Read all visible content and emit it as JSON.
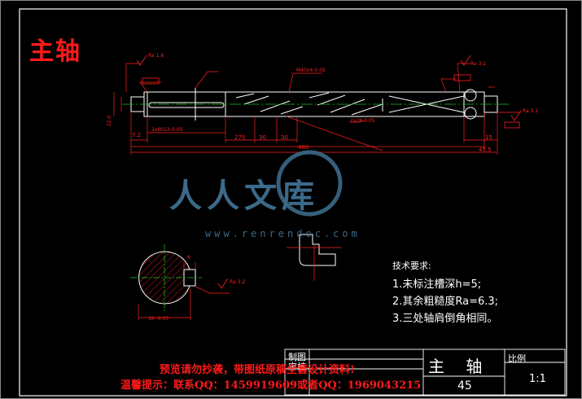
{
  "drawing_title": "主轴",
  "watermark": {
    "logo_text": "人人文库",
    "url_text": "www.renrendoc.com"
  },
  "technical_requirements": {
    "title": "技术要求:",
    "items": [
      "1.未标注槽深h=5;",
      "2.其余粗糙度Ra=6.3;",
      "3.三处轴肩倒角相同。"
    ]
  },
  "notice": {
    "line1": "预览请勿抄袭，带图纸原稿全套设计资料!",
    "line2": "温馨提示：联系QQ：1459919609或者QQ：1969043215"
  },
  "title_block": {
    "drawn_label": "制图",
    "checked_label": "审核",
    "part_name": "主 轴",
    "scale_label": "比例",
    "scale_value": "1:1",
    "part_number": "45"
  },
  "dimensions": {
    "overall_length": "480",
    "section_275": "275",
    "section_30_left": "30",
    "section_30_right": "30",
    "section_45_5": "45.5",
    "section_15": "15",
    "section_7": "7.2",
    "keyway_width": "8",
    "section_diameter": "36 -0.05",
    "keyway_note": "2x6h13-0.05",
    "thread_top": "M40x4-0.05",
    "bottom_note": "2x28-0.05",
    "dia_left": "22.0"
  },
  "roughness": {
    "left_top": "Ra 1.6",
    "right_top": "Ra 3.2",
    "right_end": "Ra 3.2",
    "section": "Ra 3.2"
  },
  "colors": {
    "background": "#000000",
    "frame": "#ffffff",
    "part_outline": "#ffffff",
    "dimension": "#ff2020",
    "centerline": "#20c020",
    "hatch": "#ff2020",
    "watermark": "#3b6a8a"
  }
}
